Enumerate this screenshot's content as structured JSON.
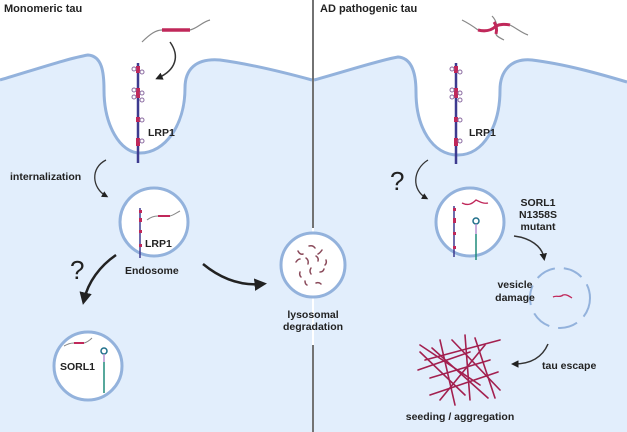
{
  "colors": {
    "cytoplasm": "#e2eefc",
    "membrane": "#93b2dc",
    "tau": "#c0285a",
    "lrp1_backbone": "#3d3a8f",
    "sorl1_stalk": "#1f8a7a",
    "sorl1_head": "#1f6f8a",
    "arrow": "#333333",
    "divider": "#444444",
    "text": "#222222"
  },
  "left_panel": {
    "title": "Monomeric tau",
    "receptor_label": "LRP1",
    "internalization_label": "internalization",
    "endosome_receptor_label": "LRP1",
    "endosome_label": "Endosome",
    "question_mark": "?",
    "sorl1_label": "SORL1"
  },
  "center": {
    "lysosome_label_line1": "lysosomal",
    "lysosome_label_line2": "degradation"
  },
  "right_panel": {
    "title": "AD pathogenic tau",
    "receptor_label": "LRP1",
    "question_mark": "?",
    "mutant_label_line1": "SORL1",
    "mutant_label_line2": "N1358S",
    "mutant_label_line3": "mutant",
    "damage_label_line1": "vesicle",
    "damage_label_line2": "damage",
    "escape_label": "tau escape",
    "aggregation_label": "seeding / aggregation"
  }
}
